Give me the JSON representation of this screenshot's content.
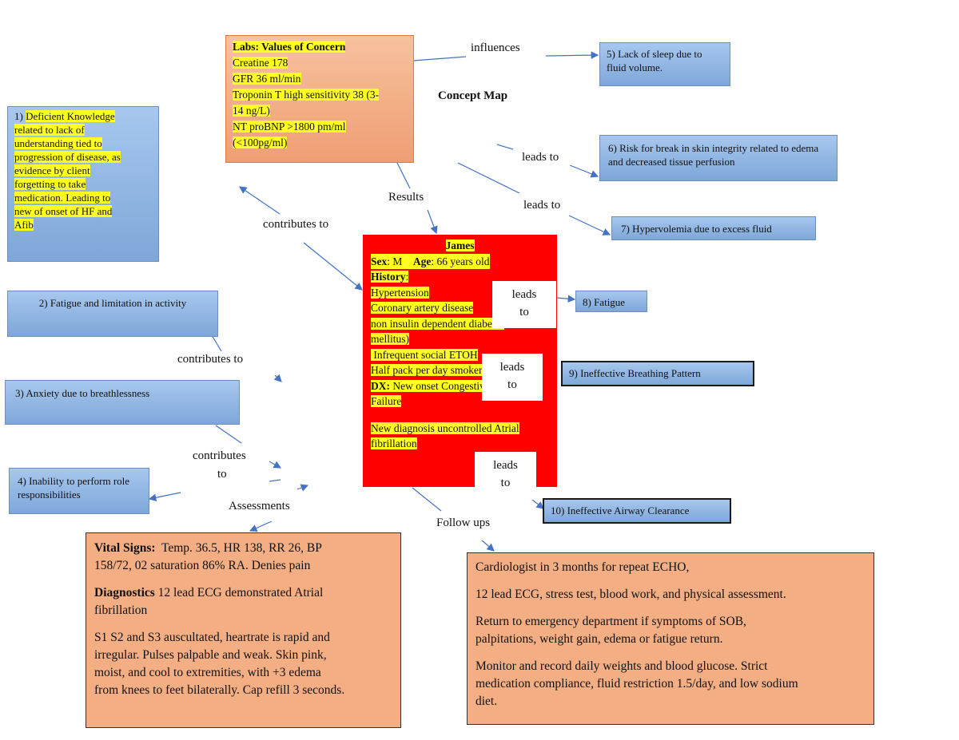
{
  "title": "Concept Map",
  "labs": {
    "heading": "Labs: Values of Concern",
    "lines": [
      "Creatine 178",
      "GFR 36 ml/min",
      "Troponin T high sensitivity 38 (3-",
      "14 ng/L)",
      "NT proBNP >1800 pm/ml",
      "(<100pg/ml)"
    ]
  },
  "patient": {
    "name": "James",
    "sex_label": "Sex",
    "sex": ": M",
    "age_label": "Age",
    "age": ": 66 years old",
    "history_label": "History",
    "history_colon": ":",
    "history": [
      "Hypertension",
      "Coronary artery disease",
      "non insulin dependent diabetes",
      "mellitus)",
      " Infrequent social ETOH",
      "Half pack per day smoker"
    ],
    "dx_label": "DX:",
    "dx": " New onset Congestive Heart",
    "dx_cont": "Failure",
    "new_dx": [
      "New diagnosis uncontrolled Atrial",
      "fibrillation"
    ]
  },
  "nursing_diagnoses": {
    "nd1_num": "1) ",
    "nd1_lines": [
      "Deficient Knowledge",
      "related to lack of",
      "understanding tied to",
      "progression of disease, as",
      "evidence by client",
      "forgetting to take",
      "medication. Leading to",
      "new of onset of HF and",
      "Afib"
    ],
    "nd2": "2) Fatigue and limitation in activity",
    "nd3": "3) Anxiety due to breathlessness",
    "nd4": "4) Inability to perform role responsibilities",
    "nd5": "5) Lack of sleep due to fluid volume.",
    "nd6": "6) Risk for break in skin integrity related to edema and decreased tissue perfusion",
    "nd7": "7) Hypervolemia due to excess fluid",
    "nd8": "8) Fatigue",
    "nd9": "9) Ineffective Breathing Pattern",
    "nd10": "10) Ineffective Airway Clearance"
  },
  "connectors": {
    "influences": "influences",
    "leads_to_6": "leads to",
    "leads_to_7": "leads to",
    "results": "Results",
    "contributes_to_1": "contributes to",
    "contributes_to_2": "contributes to",
    "contributes_3a": "contributes",
    "contributes_3b": "to",
    "leads_8a": "leads",
    "leads_8b": "to",
    "leads_9a": "leads",
    "leads_9b": "to",
    "leads_10a": "leads",
    "leads_10b": "to",
    "assessments": "Assessments",
    "follow_ups": "Follow ups"
  },
  "assessment_box": {
    "vitals_label": "Vital Signs:",
    "vitals_line1": "  Temp. 36.5, HR 138, RR 26, BP",
    "vitals_line2": "158/72, 02 saturation 86% RA. Denies pain",
    "diag_label": "Diagnostics",
    "diag_line1": " 12 lead ECG demonstrated Atrial",
    "diag_line2": "fibrillation",
    "exam_lines": [
      "S1 S2 and S3 auscultated, heartrate is rapid and",
      "irregular. Pulses palpable and weak. Skin pink,",
      "moist, and cool to extremities, with +3 edema",
      "from knees to feet bilaterally. Cap refill 3 seconds."
    ]
  },
  "followup_box": {
    "p1": "Cardiologist in 3 months for repeat ECHO,",
    "p2": "12 lead ECG, stress test, blood work, and physical assessment.",
    "p3a": "Return to emergency department if symptoms of SOB,",
    "p3b": "palpitations, weight gain, edema or fatigue return.",
    "p4a": "Monitor and record daily weights and blood glucose. Strict",
    "p4b": "medication compliance, fluid restriction 1.5/day, and low sodium",
    "p4c": "diet."
  },
  "colors": {
    "arrow": "#4472c4",
    "patient_box": "#ff0000",
    "highlight": "#ffff22",
    "orange_box": "#f4ae84"
  }
}
